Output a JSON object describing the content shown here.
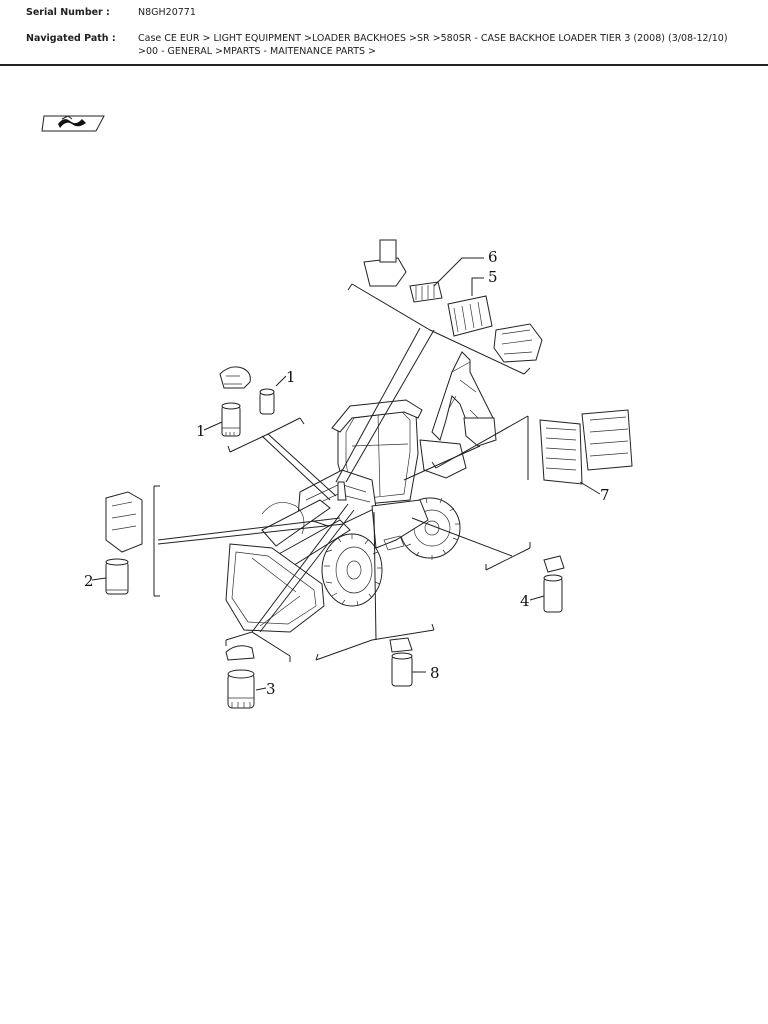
{
  "header": {
    "serial_label": "Serial Number :",
    "serial_value": "N8GH20771",
    "path_label": "Navigated Path :",
    "path_value": "Case CE EUR > LIGHT EQUIPMENT >LOADER BACKHOES >SR >580SR - CASE BACKHOE LOADER TIER 3 (2008) (3/08-12/10) >00 - GENERAL >MPARTS - MAITENANCE PARTS >"
  },
  "diagram": {
    "callouts": {
      "fuel_filter_left": "1",
      "fuel_filter_right": "1",
      "engine_oil_filter": "2",
      "fuel_prefilter": "3",
      "hydraulic_filter": "4",
      "air_filter_outer": "5",
      "air_filter_inner": "6",
      "cab_filter": "7",
      "transmission_filter": "8"
    }
  }
}
